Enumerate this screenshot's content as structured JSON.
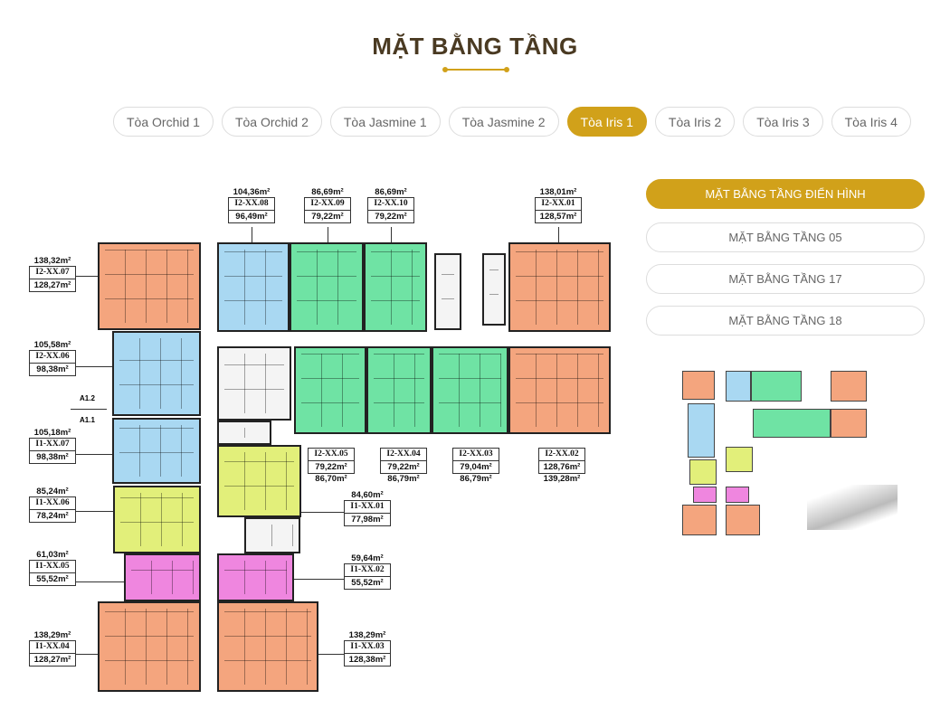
{
  "header": {
    "title": "MẶT BẰNG TẦNG"
  },
  "tabs": [
    {
      "label": "Tòa Orchid 1"
    },
    {
      "label": "Tòa Orchid 2"
    },
    {
      "label": "Tòa Jasmine 1"
    },
    {
      "label": "Tòa Jasmine 2"
    },
    {
      "label": "Tòa Iris 1",
      "active": true
    },
    {
      "label": "Tòa Iris 2"
    },
    {
      "label": "Tòa Iris 3"
    },
    {
      "label": "Tòa Iris 4"
    }
  ],
  "floors": [
    {
      "label": "MẶT BẰNG TẦNG ĐIỂN HÌNH",
      "active": true
    },
    {
      "label": "MẶT BẰNG TẦNG 05"
    },
    {
      "label": "MẶT BẰNG TẦNG 17"
    },
    {
      "label": "MẶT BẰNG TẦNG 18"
    }
  ],
  "plan": {
    "markers": [
      "A1.2",
      "A1.1"
    ],
    "units": [
      {
        "top": "104,36m²",
        "code": "I2-XX.08",
        "area": "96,49m²"
      },
      {
        "top": "86,69m²",
        "code": "I2-XX.09",
        "area": "79,22m²"
      },
      {
        "top": "86,69m²",
        "code": "I2-XX.10",
        "area": "79,22m²"
      },
      {
        "top": "138,01m²",
        "code": "I2-XX.01",
        "area": "128,57m²"
      },
      {
        "top": "138,32m²",
        "code": "I2-XX.07",
        "area": "128,27m²"
      },
      {
        "top": "105,58m²",
        "code": "I2-XX.06",
        "area": "98,38m²"
      },
      {
        "top": "105,18m²",
        "code": "I1-XX.07",
        "area": "98,38m²"
      },
      {
        "top": "85,24m²",
        "code": "I1-XX.06",
        "area": "78,24m²"
      },
      {
        "top": "61,03m²",
        "code": "I1-XX.05",
        "area": "55,52m²"
      },
      {
        "top": "138,29m²",
        "code": "I1-XX.04",
        "area": "128,27m²"
      },
      {
        "code": "I2-XX.05",
        "area": "79,22m²",
        "bottom": "86,70m²"
      },
      {
        "code": "I2-XX.04",
        "area": "79,22m²",
        "bottom": "86,79m²"
      },
      {
        "code": "I2-XX.03",
        "area": "79,04m²",
        "bottom": "86,79m²"
      },
      {
        "code": "I2-XX.02",
        "area": "128,76m²",
        "bottom": "139,28m²"
      },
      {
        "top": "84,60m²",
        "code": "I1-XX.01",
        "area": "77,98m²"
      },
      {
        "top": "59,64m²",
        "code": "I1-XX.02",
        "area": "55,52m²"
      },
      {
        "top": "138,29m²",
        "code": "I1-XX.03",
        "area": "128,38m²"
      }
    ]
  },
  "colors": {
    "accent": "#d1a11a",
    "title": "#4a3a22",
    "orange": "#f4a57e",
    "blue": "#a9d8f2",
    "green": "#6fe3a4",
    "yellow": "#e2ef7a",
    "pink": "#ef86df"
  }
}
